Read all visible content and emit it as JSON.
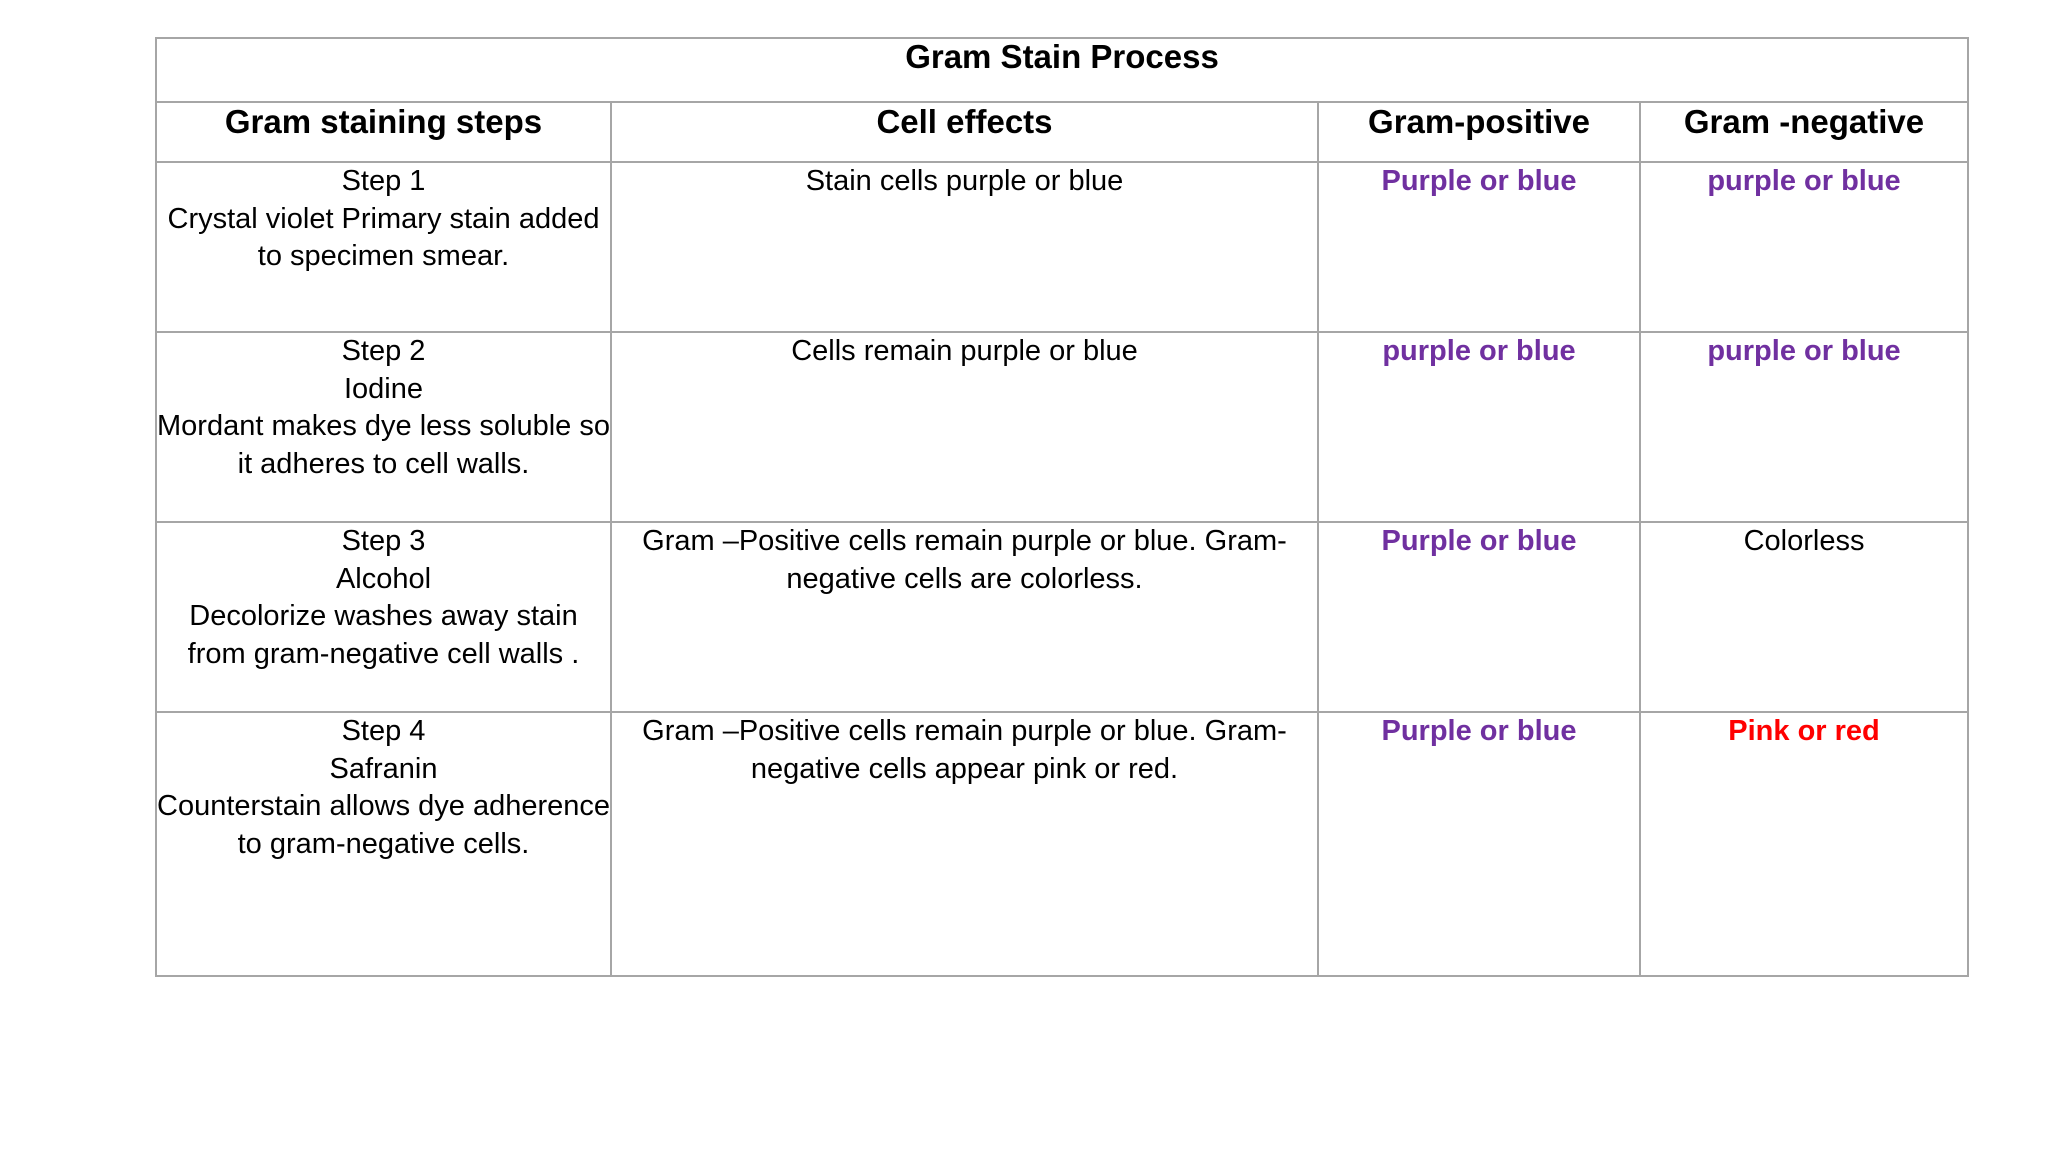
{
  "table": {
    "title": "Gram Stain Process",
    "columns": [
      "Gram staining steps",
      "Cell effects",
      "Gram-positive",
      "Gram -negative"
    ],
    "colors": {
      "purple": "#7030A0",
      "red": "#FF0000",
      "border": "#A6A6A6",
      "text": "#000000",
      "background": "#FFFFFF"
    },
    "rows": [
      {
        "step": "Step 1\nCrystal violet Primary stain added to specimen smear.",
        "effects": "Stain cells purple or blue",
        "gram_positive": "Purple or blue",
        "gram_positive_color": "purple",
        "gram_negative": "purple or blue",
        "gram_negative_color": "purple"
      },
      {
        "step": "Step 2\nIodine\nMordant makes dye less soluble so it adheres to cell walls.",
        "effects": "Cells remain purple or blue",
        "gram_positive": "purple or blue",
        "gram_positive_color": "purple",
        "gram_negative": "purple or blue",
        "gram_negative_color": "purple"
      },
      {
        "step": "Step 3\nAlcohol\nDecolorize washes away stain from gram-negative cell walls .",
        "effects": "Gram –Positive cells remain purple or blue. Gram-negative cells are colorless.",
        "gram_positive": "Purple or blue",
        "gram_positive_color": "purple",
        "gram_negative": "Colorless",
        "gram_negative_color": "plain"
      },
      {
        "step": "Step 4\nSafranin\nCounterstain allows dye adherence to gram-negative cells.",
        "effects": "Gram –Positive cells remain purple or blue. Gram-negative cells appear pink or red.",
        "gram_positive": "Purple or blue",
        "gram_positive_color": "purple",
        "gram_negative": "Pink or red",
        "gram_negative_color": "red"
      }
    ]
  }
}
